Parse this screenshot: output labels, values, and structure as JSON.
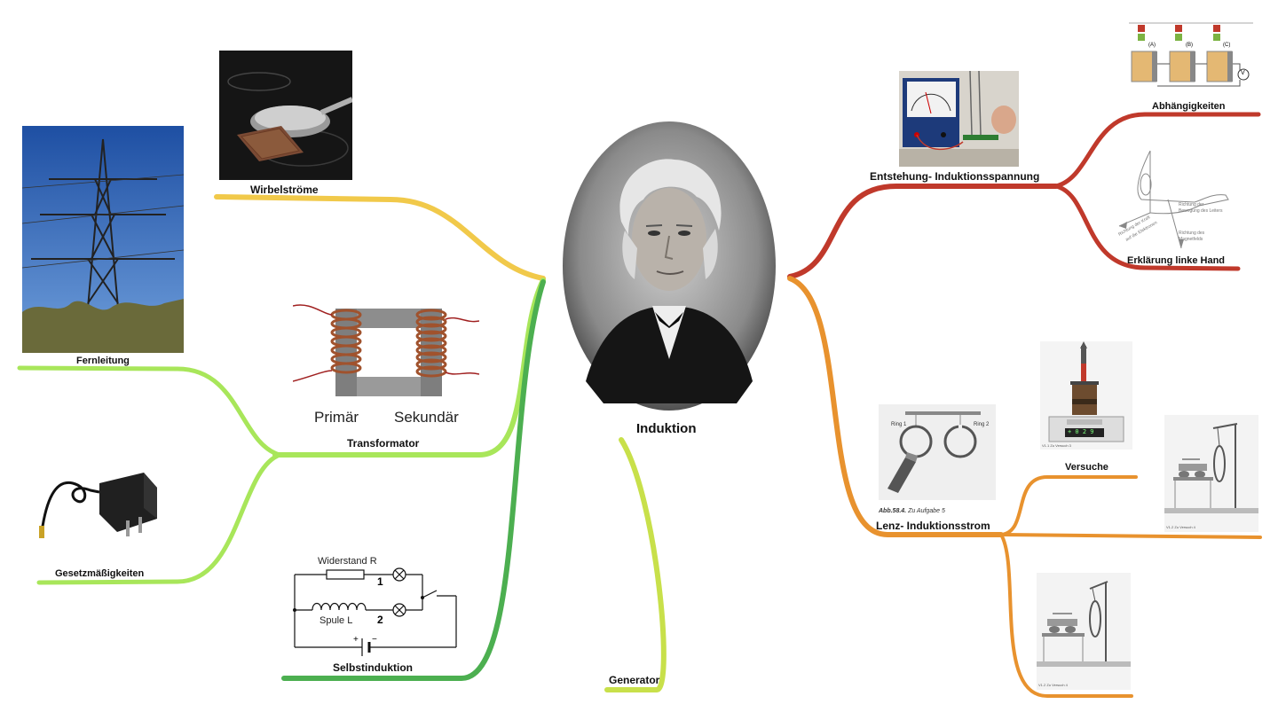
{
  "central": {
    "title": "Induktion"
  },
  "left": {
    "wirbelstroeme": "Wirbelströme",
    "fernleitung": "Fernleitung",
    "transformator": "Transformator",
    "gesetz": "Gesetzmäßigkeiten",
    "selbstinduktion": "Selbstinduktion",
    "generator": "Generator"
  },
  "right": {
    "entstehung": "Entstehung- Induktionsspannung",
    "abhaengigkeiten": "Abhängigkeiten",
    "linke_hand": "Erklärung linke Hand",
    "lenz": "Lenz- Induktionsstrom",
    "versuche": "Versuche"
  },
  "transformer_figure": {
    "primary": "Primär",
    "secondary": "Sekundär"
  },
  "circuit_figure": {
    "resistor": "Widerstand R",
    "coil": "Spule L",
    "n1": "1",
    "n2": "2",
    "plus": "+",
    "minus": "−"
  },
  "ring_figure": {
    "ring1": "Ring 1",
    "ring2": "Ring 2",
    "caption_bold": "Abb.58.4.",
    "caption_rest": " Zu Aufgabe 5"
  },
  "hand_figure": {
    "t1": "Richtung der Kraft",
    "t2": "auf die Elektronen",
    "t3": "Richtung der",
    "t4": "Bewegung des Leiters",
    "t5": "Richtung des",
    "t6": "Magnetfelds"
  },
  "dependency_figure": {
    "a": "(A)",
    "b": "(B)",
    "c": "(C)",
    "v": "V"
  },
  "experiment_captions": {
    "v3": "V1.1 Zu Versuch 3",
    "v4a": "V1.2 Zu Versuch 4",
    "v4b": "V1.2 Zu Versuch 4"
  },
  "scale_display": "+ 0 2 9",
  "colors": {
    "yellow": "#f1c94a",
    "lightgreen": "#a8e65a",
    "green": "#4caf50",
    "red": "#c0392b",
    "orange": "#e8922e"
  }
}
